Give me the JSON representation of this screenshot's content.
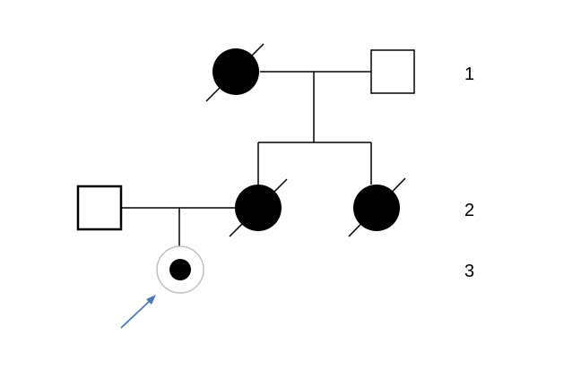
{
  "generation_labels": [
    "1",
    "2",
    "3"
  ],
  "individuals": [
    {
      "id": "gen1-female",
      "sex": "female",
      "affected": true,
      "deceased": true,
      "generation": "1"
    },
    {
      "id": "gen1-male",
      "sex": "male",
      "affected": false,
      "deceased": false,
      "generation": "1"
    },
    {
      "id": "gen2-male-spouse",
      "sex": "male",
      "affected": false,
      "deceased": false,
      "generation": "2"
    },
    {
      "id": "gen2-female-1",
      "sex": "female",
      "affected": true,
      "deceased": true,
      "generation": "2"
    },
    {
      "id": "gen2-female-2",
      "sex": "female",
      "affected": true,
      "deceased": true,
      "generation": "2"
    },
    {
      "id": "gen3-proband",
      "sex": "female",
      "affected": false,
      "carrier": true,
      "deceased": false,
      "proband": true,
      "generation": "3"
    }
  ],
  "colors": {
    "line": "#000000",
    "affected_fill": "#000000",
    "unaffected_fill": "#ffffff",
    "proband_ring": "#bfbfbf",
    "arrow": "#4a7ab5"
  }
}
